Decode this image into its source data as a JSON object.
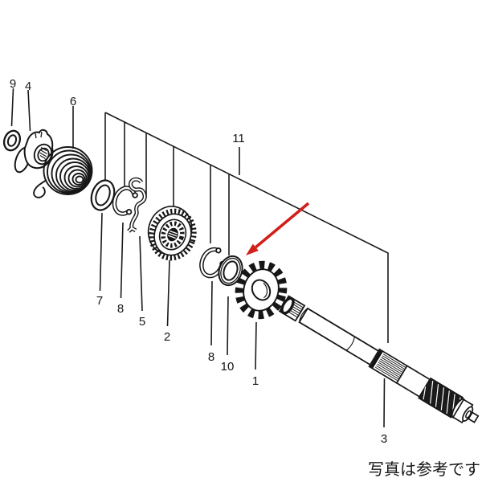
{
  "diagram": {
    "type": "exploded-parts-diagram",
    "callouts": [
      {
        "ref": "9"
      },
      {
        "ref": "4"
      },
      {
        "ref": "6"
      },
      {
        "ref": "11"
      },
      {
        "ref": "7"
      },
      {
        "ref": "8"
      },
      {
        "ref": "5"
      },
      {
        "ref": "2"
      },
      {
        "ref": "8"
      },
      {
        "ref": "10"
      },
      {
        "ref": "1"
      },
      {
        "ref": "3"
      }
    ],
    "caption": "写真は参考です",
    "colors": {
      "line": "#1a1a1a",
      "arrow": "#d21f1a",
      "background": "#ffffff"
    }
  }
}
